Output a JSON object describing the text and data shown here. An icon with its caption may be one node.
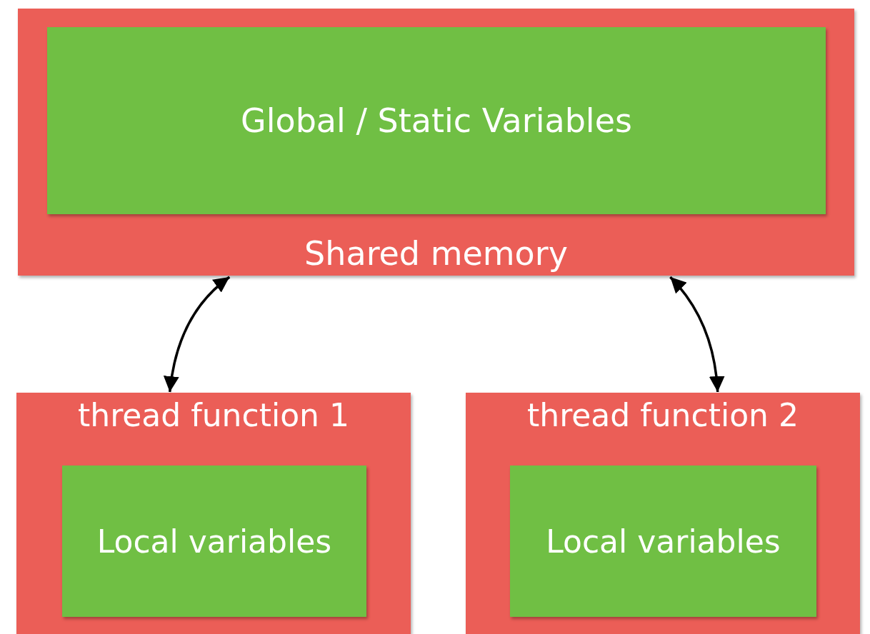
{
  "diagram": {
    "nodes": [
      {
        "text": [
          "Shared memory"
        ]
      },
      {
        "text": [
          "Global / Static Variables"
        ],
        "in": 0
      },
      {
        "text": [
          "thread function 1"
        ]
      },
      {
        "text": [
          "Local variables"
        ],
        "in": 2
      },
      {
        "text": [
          "thread function 2"
        ]
      },
      {
        "text": [
          "Local variables"
        ],
        "in": 4
      }
    ],
    "edges": [
      {
        "from": 0,
        "to": 2,
        "arrow": "both"
      },
      {
        "from": 0,
        "to": 4,
        "arrow": "both"
      }
    ]
  }
}
